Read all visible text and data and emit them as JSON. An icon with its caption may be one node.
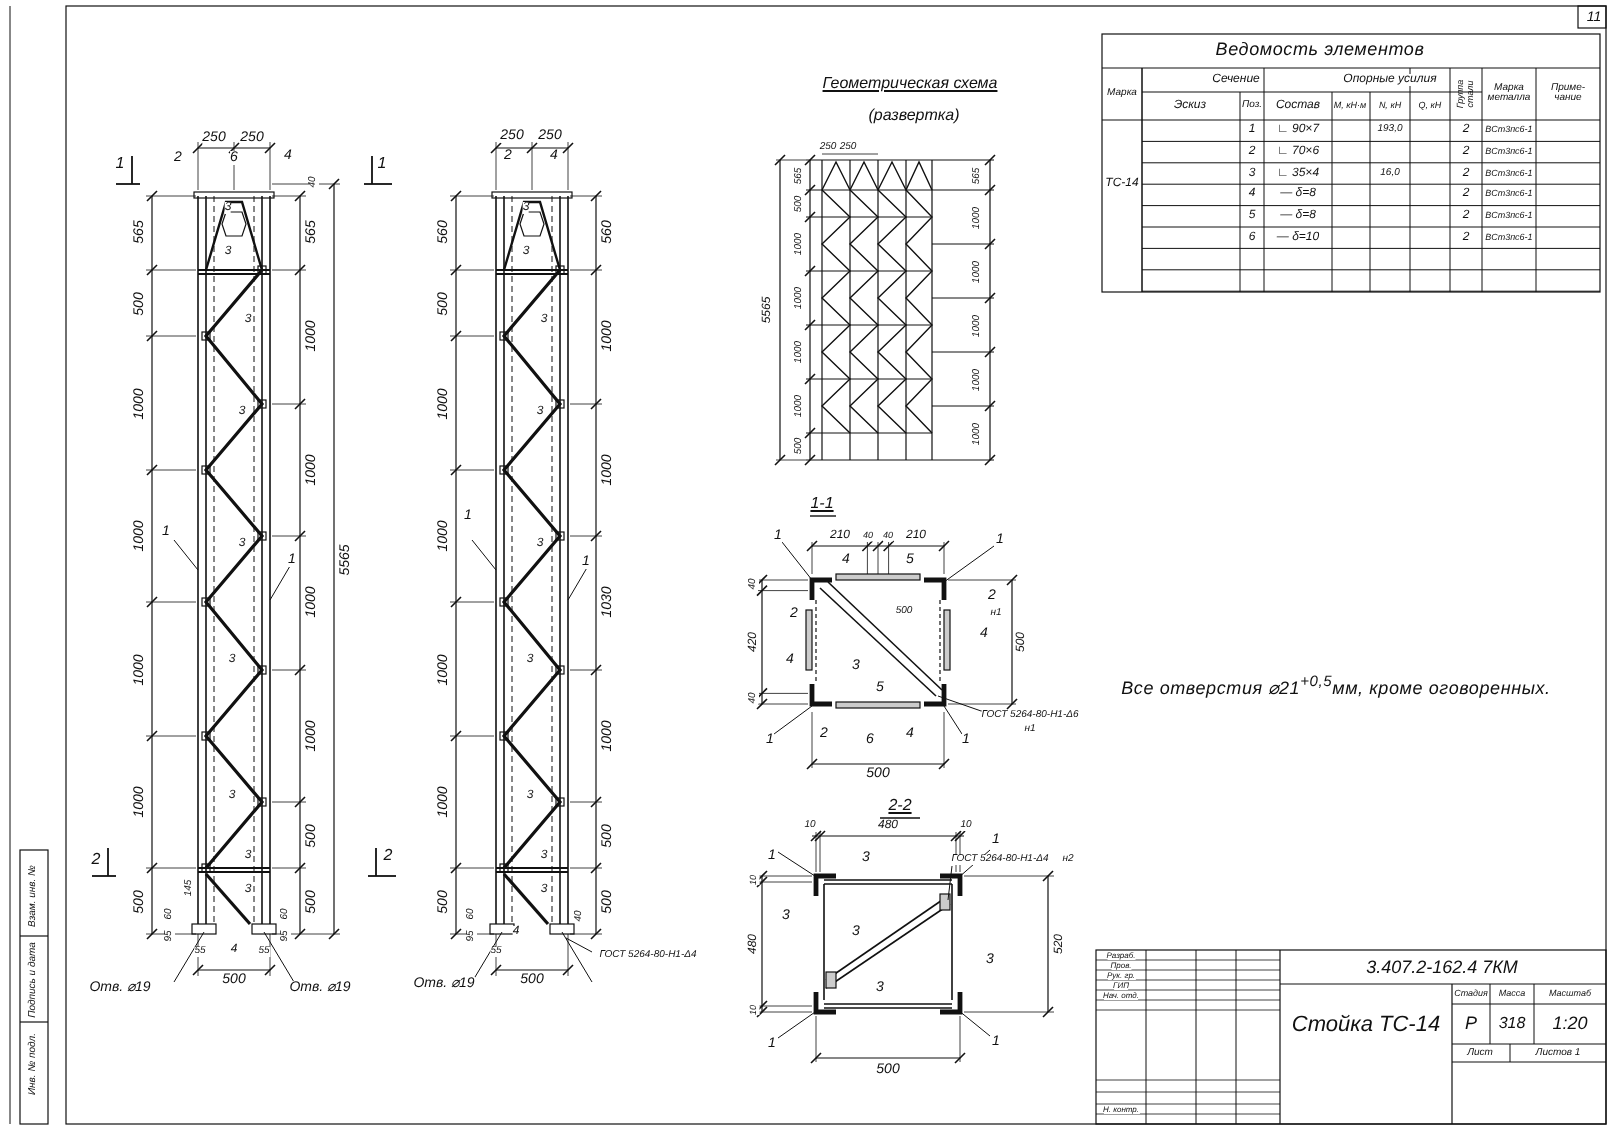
{
  "diagram": {
    "labels": [
      "11",
      "Взам. инв. №",
      "Подпись и дата",
      "Инв. № подл.",
      "250",
      "250",
      "2",
      "6",
      "4",
      "1",
      "1",
      "40",
      "565",
      "500",
      "1000",
      "1000",
      "1000",
      "1000",
      "500",
      "565",
      "1000",
      "1000",
      "1000",
      "1000",
      "500",
      "500",
      "5565",
      "3",
      "3",
      "3",
      "3",
      "3",
      "3",
      "3",
      "3",
      "3",
      "1",
      "1",
      "2",
      "2",
      "145",
      "60",
      "95",
      "55",
      "4",
      "55",
      "60",
      "95",
      "Отв. ⌀19",
      "Отв. ⌀19",
      "500",
      "250",
      "250",
      "2",
      "4",
      "560",
      "500",
      "1000",
      "1000",
      "1000",
      "1000",
      "500",
      "560",
      "1000",
      "1000",
      "1030",
      "1000",
      "500",
      "500",
      "3",
      "3",
      "3",
      "3",
      "3",
      "3",
      "3",
      "3",
      "3",
      "1",
      "1",
      "60",
      "95",
      "55",
      "4",
      "40",
      "Отв. ⌀19",
      "ГОСТ 5264-80-Н1-Δ4",
      "500",
      "Геометрическая схема",
      "(развертка)",
      "250",
      "250",
      "565",
      "500",
      "1000",
      "1000",
      "1000",
      "1000",
      "500",
      "5565",
      "565",
      "1000",
      "1000",
      "1000",
      "1000",
      "1000",
      "Ведомость элементов",
      "Марка",
      "Сечение",
      "Эскиз",
      "Поз.",
      "Состав",
      "Опорные усилия",
      "M, кН·м",
      "N, кН",
      "Q, кН",
      "Группа стали",
      "Марка металла",
      "Приме-чание",
      "ТС-14",
      "1",
      "∟ 90×7",
      "193,0",
      "2",
      "ВСт3пс6-1",
      "2",
      "∟ 70×6",
      "2",
      "ВСт3пс6-1",
      "3",
      "∟ 35×4",
      "16,0",
      "2",
      "ВСт3пс6-1",
      "4",
      "— δ=8",
      "2",
      "ВСт3пс6-1",
      "5",
      "— δ=8",
      "2",
      "ВСт3пс6-1",
      "6",
      "— δ=10",
      "2",
      "ВСт3пс6-1",
      "1-1",
      "1",
      "210",
      "40",
      "40",
      "210",
      "1",
      "4",
      "5",
      "40",
      "2",
      "420",
      "4",
      "3",
      "500",
      "2",
      "н1",
      "4",
      "500",
      "40",
      "ГОСТ 5264-80-Н1-Δ6",
      "н1",
      "5",
      "1",
      "2",
      "6",
      "4",
      "1",
      "500",
      "2-2",
      "10",
      "480",
      "10",
      "1",
      "3",
      "1",
      "10",
      "3",
      "480",
      "3",
      "520",
      "ГОСТ 5264-80-Н1-Δ4",
      "н2",
      "3",
      "3",
      "10",
      "1",
      "1",
      "500",
      "Все отверстия ⌀21$^{+0,5}$мм, кроме оговоренных.",
      "3.407.2-162.4 7КМ",
      "Разраб.",
      "Пров.",
      "Рук. гр.",
      "ГИП",
      "Нач. отд.",
      "Н. контр.",
      "Стойка ТС-14",
      "Стадия",
      "Масса",
      "Масштаб",
      "Р",
      "318",
      "1:20",
      "Лист",
      "Листов 1"
    ]
  }
}
